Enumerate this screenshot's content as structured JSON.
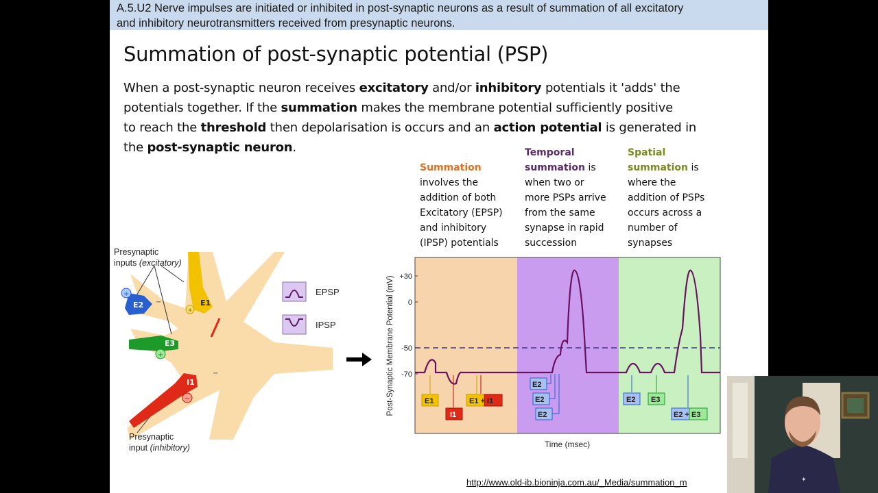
{
  "banner": {
    "line1": "A.5.U2 Nerve impulses are initiated or inhibited in post-synaptic neurons as a result of summation of all excitatory",
    "line2": "and inhibitory neurotransmitters received from presynaptic neurons."
  },
  "title": "Summation of post-synaptic potential (PSP)",
  "intro": {
    "l1a": "When a post-synaptic neuron receives ",
    "l1b": "excitatory",
    "l1c": " and/or ",
    "l1d": "inhibitory",
    "l1e": " potentials it 'adds' the",
    "l2a": "potentials together. If the ",
    "l2b": "summation",
    "l2c": " makes the membrane potential sufficiently positive",
    "l3a": "to reach the ",
    "l3b": "threshold",
    "l3c": " then depolarisation is occurs and an ",
    "l3d": "action potential",
    "l3e": " is generated in",
    "l4a": "the ",
    "l4b": "post-synaptic neuron",
    "l4c": "."
  },
  "columns": {
    "summation": {
      "heading": "Summation",
      "lines": [
        "involves the",
        "addition of both",
        "Excitatory (EPSP)",
        "and inhibitory",
        "(IPSP) potentials"
      ]
    },
    "temporal": {
      "heading1": "Temporal",
      "heading2": "summation",
      "tail": " is",
      "lines": [
        "when two or",
        "more PSPs arrive",
        "from the same",
        "synapse in rapid",
        "succession"
      ]
    },
    "spatial": {
      "heading1": "Spatial",
      "heading2": "summation",
      "tail": " is",
      "lines": [
        "where the",
        "addition of PSPs",
        "occurs across a",
        "number of",
        "synapses"
      ]
    }
  },
  "neuron_diagram": {
    "presyn_excit_1": "Presynaptic",
    "presyn_excit_2": "inputs ",
    "presyn_excit_3": "(excitatory)",
    "presyn_inhib_1": "Presynaptic",
    "presyn_inhib_2": "input ",
    "presyn_inhib_3": "(inhibitory)",
    "e1": "E1",
    "e2": "E2",
    "e3": "E3",
    "i1": "I1",
    "legend_epsp": "EPSP",
    "legend_ipsp": "IPSP",
    "colors": {
      "e1": "#f2c200",
      "e2": "#2a5fd0",
      "e3": "#1e9a2a",
      "i1": "#e02a18",
      "neuron": "#f9dcaa"
    }
  },
  "graph": {
    "ylabel": "Post-Synaptic Membrane Potential (mV)",
    "xlabel": "Time (msec)",
    "yticks": [
      "+30",
      "0",
      "-50",
      "-70"
    ],
    "panel_colors": {
      "summation": "#f8d4ac",
      "temporal": "#c99cf0",
      "spatial": "#c8f0c0"
    },
    "labels": {
      "s_e1": "E1",
      "s_i1": "I1",
      "s_e1i1_a": "E1",
      "s_e1i1_plus": " + ",
      "s_e1i1_b": "I1",
      "t_e2a": "E2",
      "t_e2b": "E2",
      "t_e2c": "E2",
      "p_e2": "E2",
      "p_e3": "E3",
      "p_e2e3": "E2 + E3"
    }
  },
  "url": "http://www.old-ib.bioninja.com.au/_Media/summation_m"
}
